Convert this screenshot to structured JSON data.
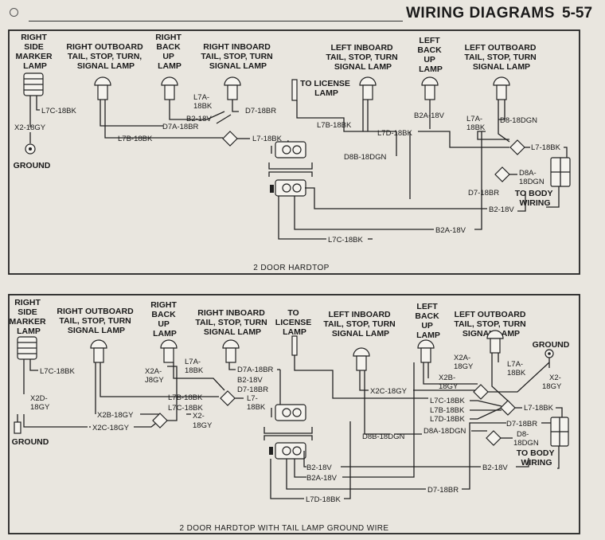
{
  "header": {
    "title": "WIRING DIAGRAMS",
    "page_number": "5-57"
  },
  "diagrams": [
    {
      "caption": "2 DOOR HARDTOP",
      "components": {
        "right_side_marker": [
          "RIGHT",
          "SIDE",
          "MARKER",
          "LAMP"
        ],
        "right_outboard": [
          "RIGHT OUTBOARD",
          "TAIL, STOP, TURN,",
          "SIGNAL LAMP"
        ],
        "right_backup": [
          "RIGHT",
          "BACK",
          "UP",
          "LAMP"
        ],
        "right_inboard": [
          "RIGHT INBOARD",
          "TAIL, STOP,  TURN",
          "SIGNAL LAMP"
        ],
        "license": [
          "TO LICENSE",
          "LAMP"
        ],
        "left_inboard": [
          "LEFT INBOARD",
          "TAIL, STOP, TURN",
          "SIGNAL LAMP"
        ],
        "left_backup": [
          "LEFT",
          "BACK",
          "UP",
          "LAMP"
        ],
        "left_outboard": [
          "LEFT OUTBOARD",
          "TAIL, STOP, TURN",
          "SIGNAL LAMP"
        ],
        "ground": "GROUND",
        "body_wiring": [
          "TO BODY",
          "WIRING"
        ]
      },
      "wires": {
        "l7c": "L7C-18BK",
        "x2": "X2-18GY",
        "l7b": "L7B-18BK",
        "d7a": "D7A-18BR",
        "b2": "B2-18V",
        "l7a": [
          "L7A-",
          "18BK"
        ],
        "d7": "D7-18BR",
        "l7": "L7-18BK",
        "l7b_left": "L7B-18BK",
        "l7d": "L7D-18BK",
        "b2a": "B2A-18V",
        "l7a_left": [
          "L7A-",
          "18BK"
        ],
        "d8": "D8-18DGN",
        "l7_left": "L7-18BK",
        "d8b": "D8B-18DGN",
        "d8a": [
          "D8A-",
          "18DGN"
        ],
        "d7_br": "D7-18BR",
        "b2_bottom": "B2-18V",
        "b2a_bottom": "B2A-18V",
        "l7c_bottom": "L7C-18BK"
      }
    },
    {
      "caption": "2 DOOR HARDTOP WITH TAIL LAMP GROUND WIRE",
      "components": {
        "right_side_marker": [
          "RIGHT",
          "SIDE",
          "MARKER",
          "LAMP"
        ],
        "right_outboard": [
          "RIGHT OUTBOARD",
          "TAIL, STOP, TURN",
          "SIGNAL LAMP"
        ],
        "right_backup": [
          "RIGHT",
          "BACK",
          "UP",
          "LAMP"
        ],
        "right_inboard": [
          "RIGHT INBOARD",
          "TAIL, STOP, TURN",
          "SIGNAL LAMP"
        ],
        "license": [
          "TO",
          "LICENSE",
          "LAMP"
        ],
        "left_inboard": [
          "LEFT INBOARD",
          "TAIL, STOP, TURN",
          "SIGNAL LAMP"
        ],
        "left_backup": [
          "LEFT",
          "BACK",
          "UP",
          "LAMP"
        ],
        "left_outboard": [
          "LEFT OUTBOARD",
          "TAIL, STOP, TURN",
          "SIGNAL LAMP"
        ],
        "ground_left": "GROUND",
        "ground_right": "GROUND",
        "body_wiring": [
          "TO BODY",
          "WIRING"
        ]
      },
      "wires": {
        "l7c": "L7C-18BK",
        "x2d": [
          "X2D-",
          "18GY"
        ],
        "x2a": [
          "X2A-",
          "J8GY"
        ],
        "l7a": [
          "L7A-",
          "18BK"
        ],
        "d7a": "D7A-18BR",
        "b2": "B2-18V",
        "d7b": "D7-18BR",
        "l7b": "L7B-18BK",
        "l7c2": "L7C-18BK",
        "l7": [
          "L7-",
          "18BK"
        ],
        "x2b": "X2B-18GY",
        "x2c": "X2C-18GY",
        "x2": [
          "X2-",
          "18GY"
        ],
        "x2c_left": "X2C-18GY",
        "x2a_left": [
          "X2A-",
          "18GY"
        ],
        "x2b_left": [
          "X2B-",
          "18GY"
        ],
        "l7a_left": [
          "L7A-",
          "18BK"
        ],
        "x2_right": [
          "X2-",
          "18GY"
        ],
        "l7c_left": "L7C-18BK",
        "l7b_left": "L7B-18BK",
        "l7d_left": "L7D-18BK",
        "l7_left": "L7-18BK",
        "d7_right": "D7-18BR",
        "d8a": "D8A-18DGN",
        "d8b": "D8B-18DGN",
        "d8": [
          "D8-",
          "18DGN"
        ],
        "b2_bottom": "B2-18V",
        "b2a_bottom": "B2A-18V",
        "d7_bottom": "D7-18BR",
        "l7d_bottom": "L7D-18BK",
        "b2_right": "B2-18V"
      }
    }
  ]
}
